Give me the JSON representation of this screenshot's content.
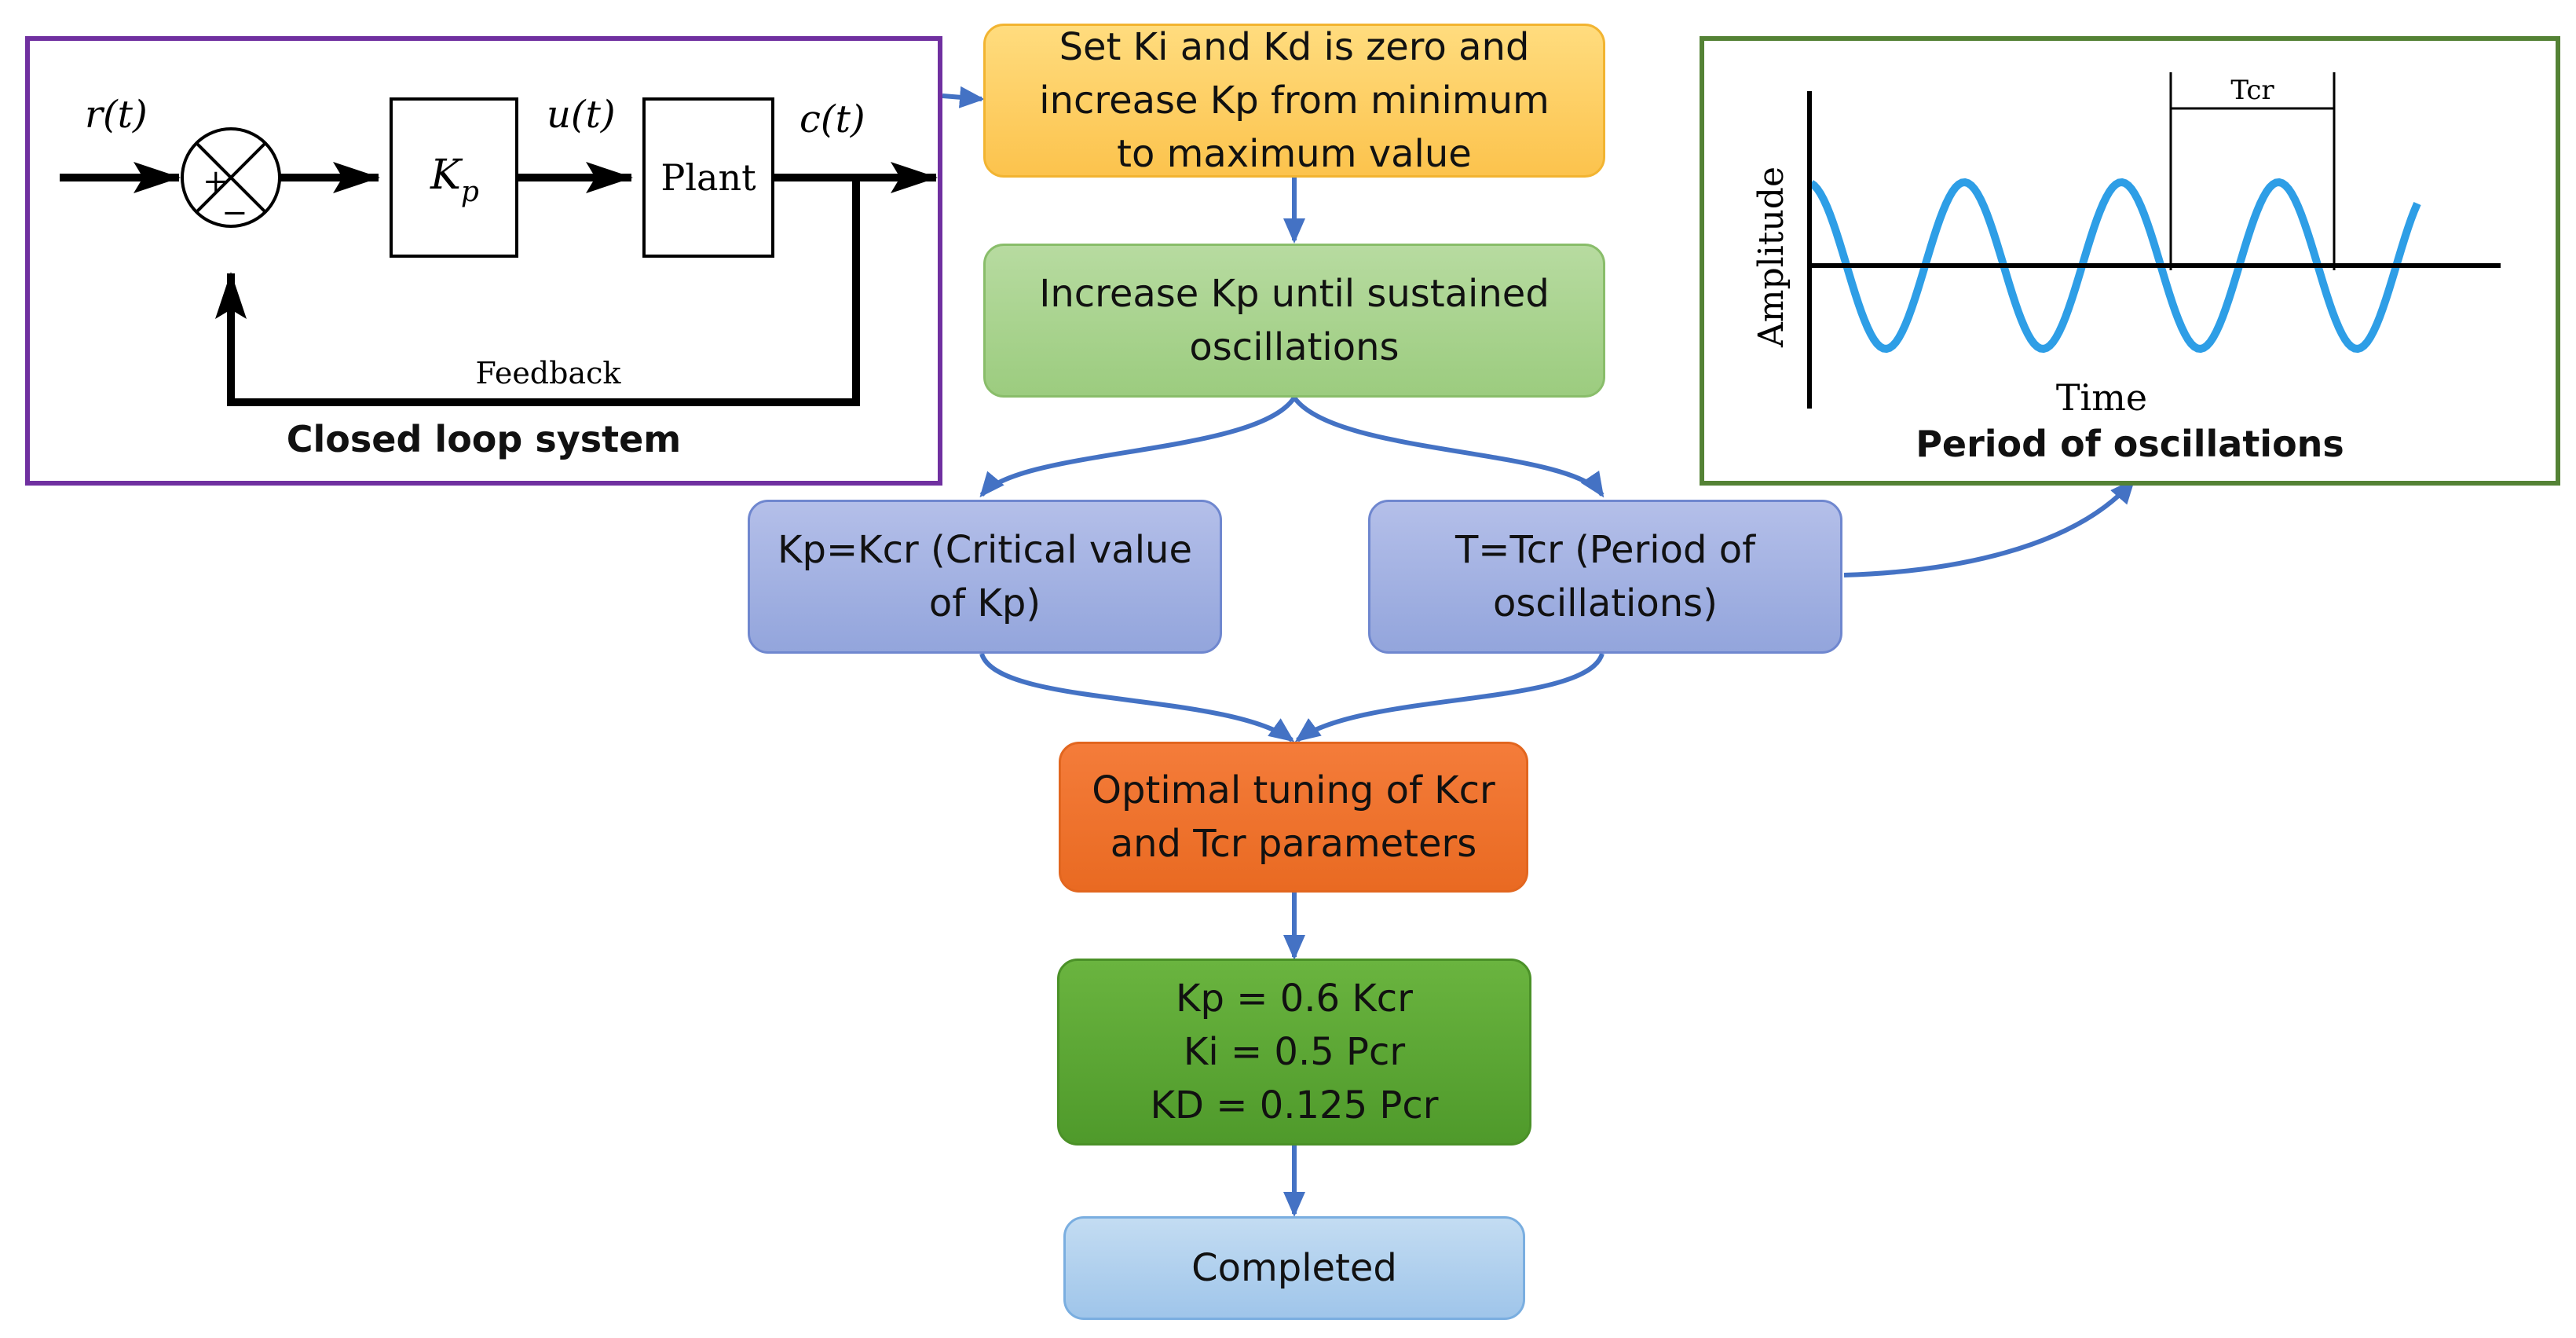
{
  "flow": {
    "step1": "Set Ki and Kd is zero and\nincrease Kp from minimum\nto maximum value",
    "step2": "Increase Kp until sustained\noscillations",
    "branch_left": "Kp=Kcr (Critical value\nof Kp)",
    "branch_right": "T=Tcr (Period of\noscillations)",
    "step4": "Optimal tuning of Kcr\nand Tcr parameters",
    "step5": "Kp = 0.6 Kcr\nKi = 0.5 Pcr\nKD = 0.125 Pcr",
    "step6": "Completed"
  },
  "closed_loop": {
    "caption": "Closed loop system",
    "input_label": "r(t)",
    "control_label": "u(t)",
    "output_label": "c(t)",
    "gain_symbol": "K",
    "gain_subscript": "p",
    "plant_label": "Plant",
    "feedback_label": "Feedback",
    "plus_sign": "+",
    "minus_sign": "−"
  },
  "oscillation": {
    "caption": "Period of oscillations",
    "ylabel": "Amplitude",
    "xlabel": "Time",
    "period_label": "Tcr"
  },
  "colors": {
    "closed_loop_border": "#7030a0",
    "oscillation_border": "#548235",
    "arrow": "#4472c4",
    "wave": "#2e9ee6"
  }
}
